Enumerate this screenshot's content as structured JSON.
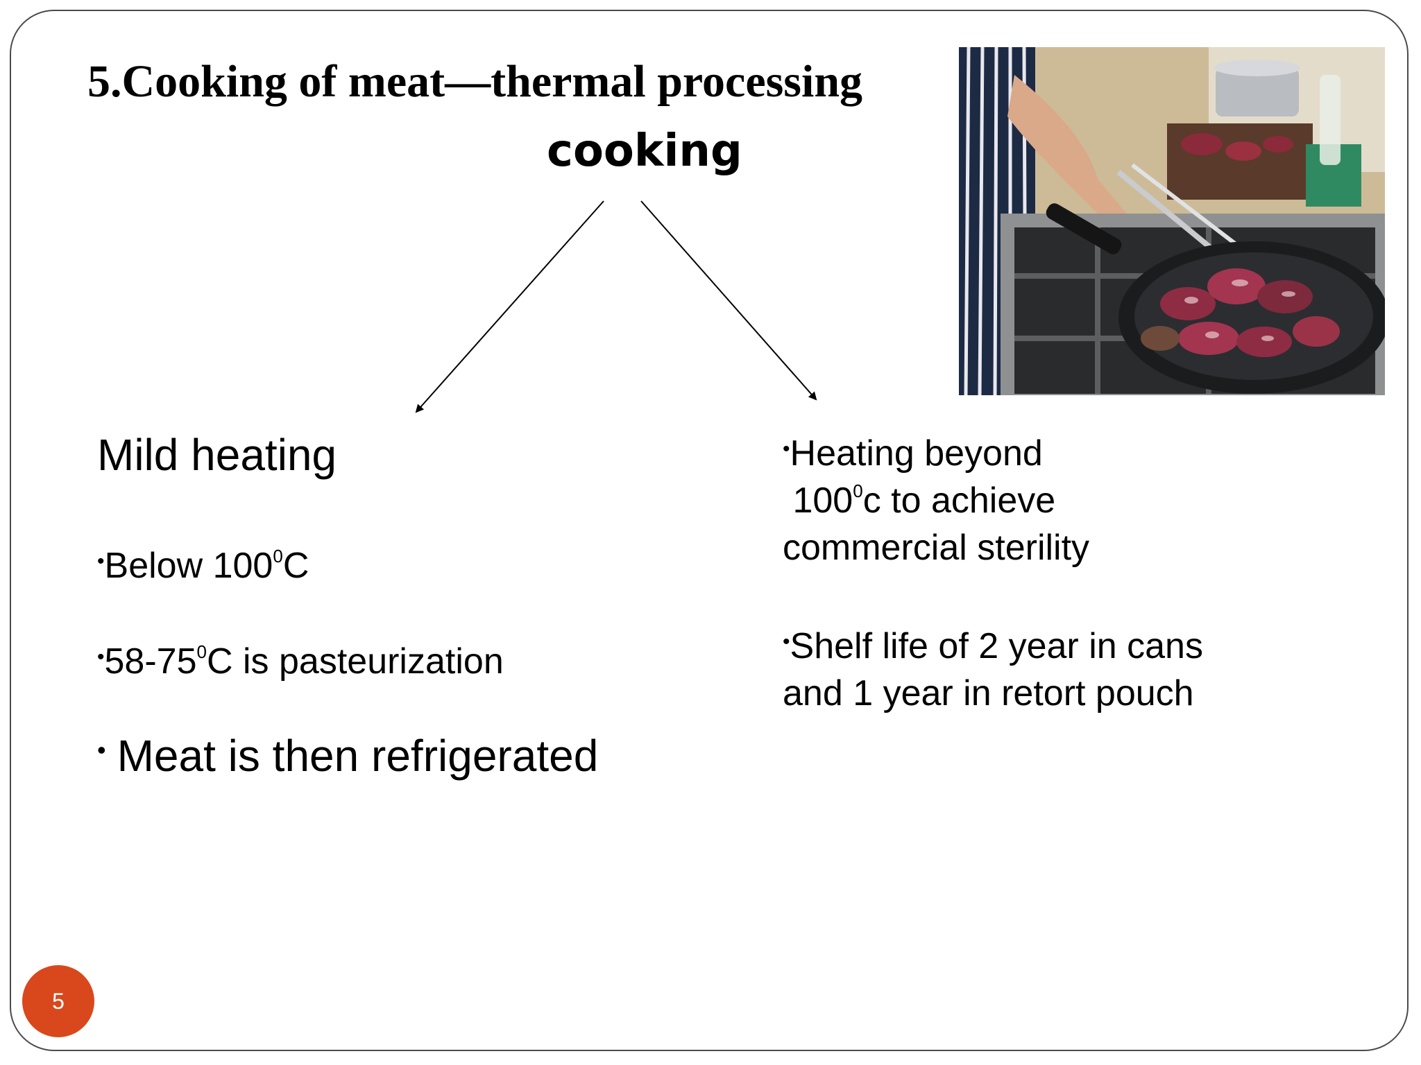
{
  "slide": {
    "title": "5.Cooking of meat—thermal processing",
    "subtitle": "cooking",
    "page_number": "5",
    "photo_icon": "cooking-photo",
    "accent_color": "#d9481c",
    "frame_color": "#4a4a4a"
  },
  "left": {
    "heading": "Mild heating",
    "bullets": [
      {
        "bullet": "•",
        "pre": "Below 100",
        "sup": "0",
        "post": "C"
      },
      {
        "bullet": "•",
        "pre": "58-75",
        "sup": "0",
        "post": "C is pasteurization"
      }
    ],
    "bullet_large": {
      "bullet": "•",
      "text": "Meat is then refrigerated"
    }
  },
  "right": {
    "bullet_char": "•",
    "line1": "Heating beyond",
    "line2_pre": " 100",
    "line2_sup": "0",
    "line2_post": "c to achieve",
    "line3": "commercial sterility",
    "line4": "Shelf life of 2 year in cans",
    "line5": "and 1 year in retort pouch"
  }
}
